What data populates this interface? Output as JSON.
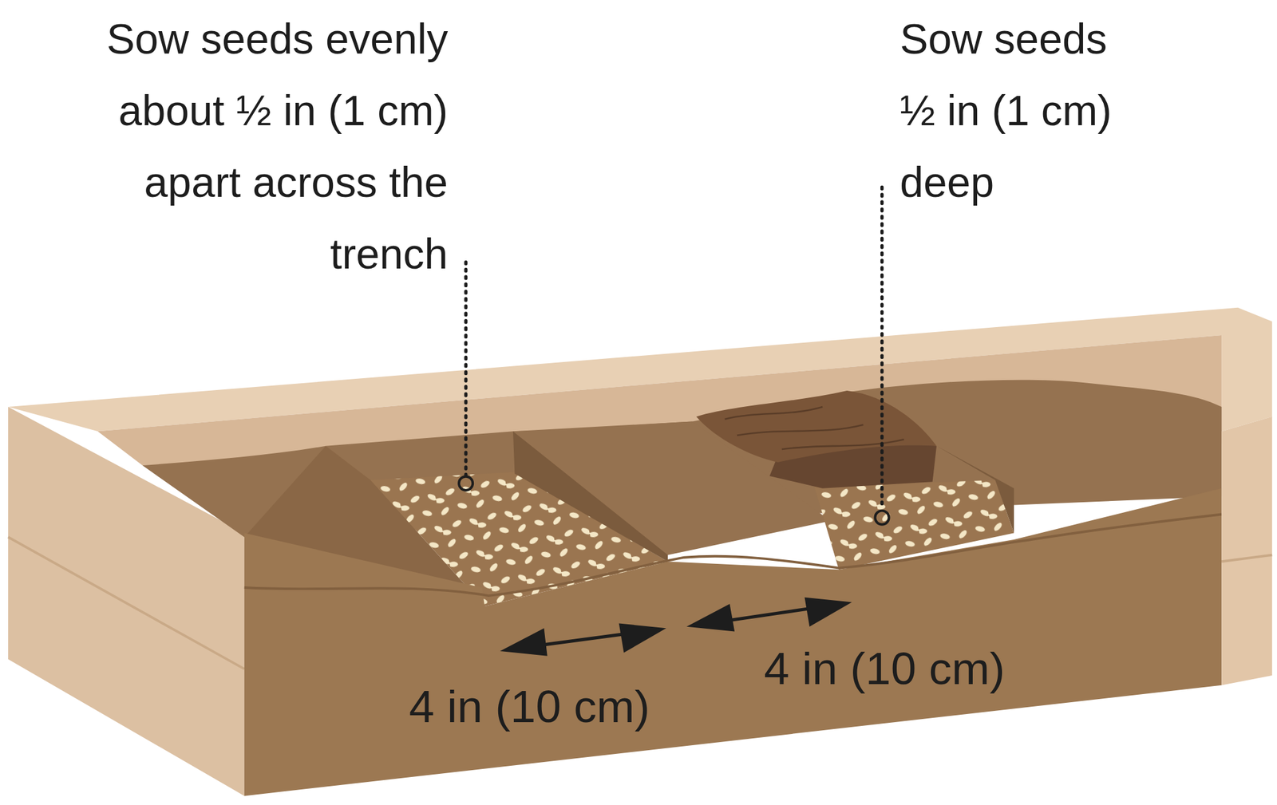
{
  "diagram": {
    "labels": [
      "Sow seeds evenly about ½ in (1 cm) apart across the trench",
      "Sow seeds ½ in (1 cm) deep",
      "4 in (10 cm)",
      "4 in (10 cm)"
    ]
  }
}
